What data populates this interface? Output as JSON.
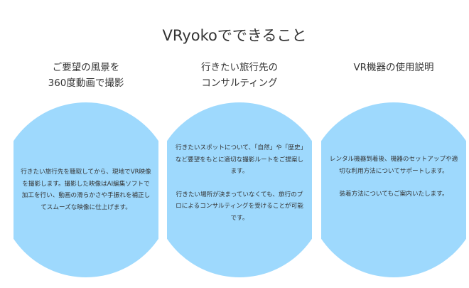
{
  "title": "VRyokoでできること",
  "features": [
    {
      "heading": [
        "ご要望の風景を",
        "360度動画で撮影"
      ],
      "paragraphs": [
        "行きたい旅行先を聴取してから、現地でVR映像を撮影します。撮影した映像はAI編集ソフトで加工を行い、動画の滑らかさや手振れを補正してスムーズな映像に仕上げます。"
      ]
    },
    {
      "heading": [
        "行きたい旅行先の",
        "コンサルティング"
      ],
      "paragraphs": [
        "行きたいスポットについて、「自然」や「歴史」など要望をもとに適切な撮影ルートをご提案します。",
        "行きたい場所が決まっていなくても、旅行のプロによるコンサルティングを受けることが可能です。"
      ]
    },
    {
      "heading": [
        "VR機器の使用説明"
      ],
      "paragraphs": [
        "レンタル機器到着後、機器のセットアップや適切な利用方法についてサポートします。",
        "装着方法についてもご案内いたします。"
      ]
    }
  ],
  "colors": {
    "circle": "#9ed9fd",
    "text": "#333333"
  }
}
